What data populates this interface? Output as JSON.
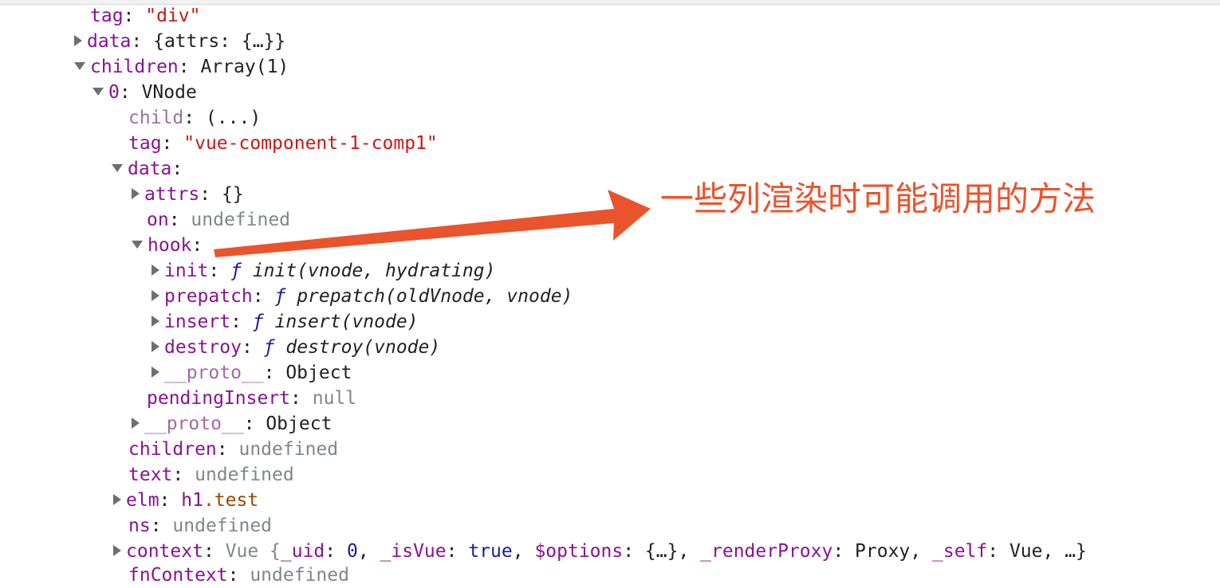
{
  "annotation": {
    "text": "一些列渲染时可能调用的方法",
    "color": "#e9542c"
  },
  "rows": {
    "r0": {
      "key": "tag",
      "val": "\"div\""
    },
    "r1": {
      "key": "data",
      "val": "{attrs: {…}}"
    },
    "r2": {
      "key": "children",
      "val": "Array(1)"
    },
    "r3": {
      "key": "0",
      "val": "VNode"
    },
    "r4": {
      "key": "child",
      "val": "(...)"
    },
    "r5": {
      "key": "tag",
      "val": "\"vue-component-1-comp1\""
    },
    "r6": {
      "key": "data",
      "val": ""
    },
    "r7": {
      "key": "attrs",
      "val": "{}"
    },
    "r8": {
      "key": "on",
      "val": "undefined"
    },
    "r9": {
      "key": "hook",
      "val": ""
    },
    "r10": {
      "key": "init",
      "f": "ƒ",
      "sig": "init(vnode, hydrating)"
    },
    "r11": {
      "key": "prepatch",
      "f": "ƒ",
      "sig": "prepatch(oldVnode, vnode)"
    },
    "r12": {
      "key": "insert",
      "f": "ƒ",
      "sig": "insert(vnode)"
    },
    "r13": {
      "key": "destroy",
      "f": "ƒ",
      "sig": "destroy(vnode)"
    },
    "r14": {
      "key": "__proto__",
      "val": "Object"
    },
    "r15": {
      "key": "pendingInsert",
      "val": "null"
    },
    "r16": {
      "key": "__proto__",
      "val": "Object"
    },
    "r17": {
      "key": "children",
      "val": "undefined"
    },
    "r18": {
      "key": "text",
      "val": "undefined"
    },
    "r19": {
      "key": "elm",
      "tag": "h1",
      "cls": ".test"
    },
    "r20": {
      "key": "ns",
      "val": "undefined"
    },
    "r21": {
      "key": "context",
      "p1": "Vue {",
      "uid_key": "_uid",
      "uid_val": "0",
      "isvue_key": "_isVue",
      "isvue_val": "true",
      "opt_key": "$options",
      "opt_val": "{…}",
      "rp_key": "_renderProxy",
      "rp_val": "Proxy",
      "self_key": "_self",
      "self_val": "Vue, …}"
    },
    "r22": {
      "key": "fnContext",
      "val": "undefined"
    }
  }
}
